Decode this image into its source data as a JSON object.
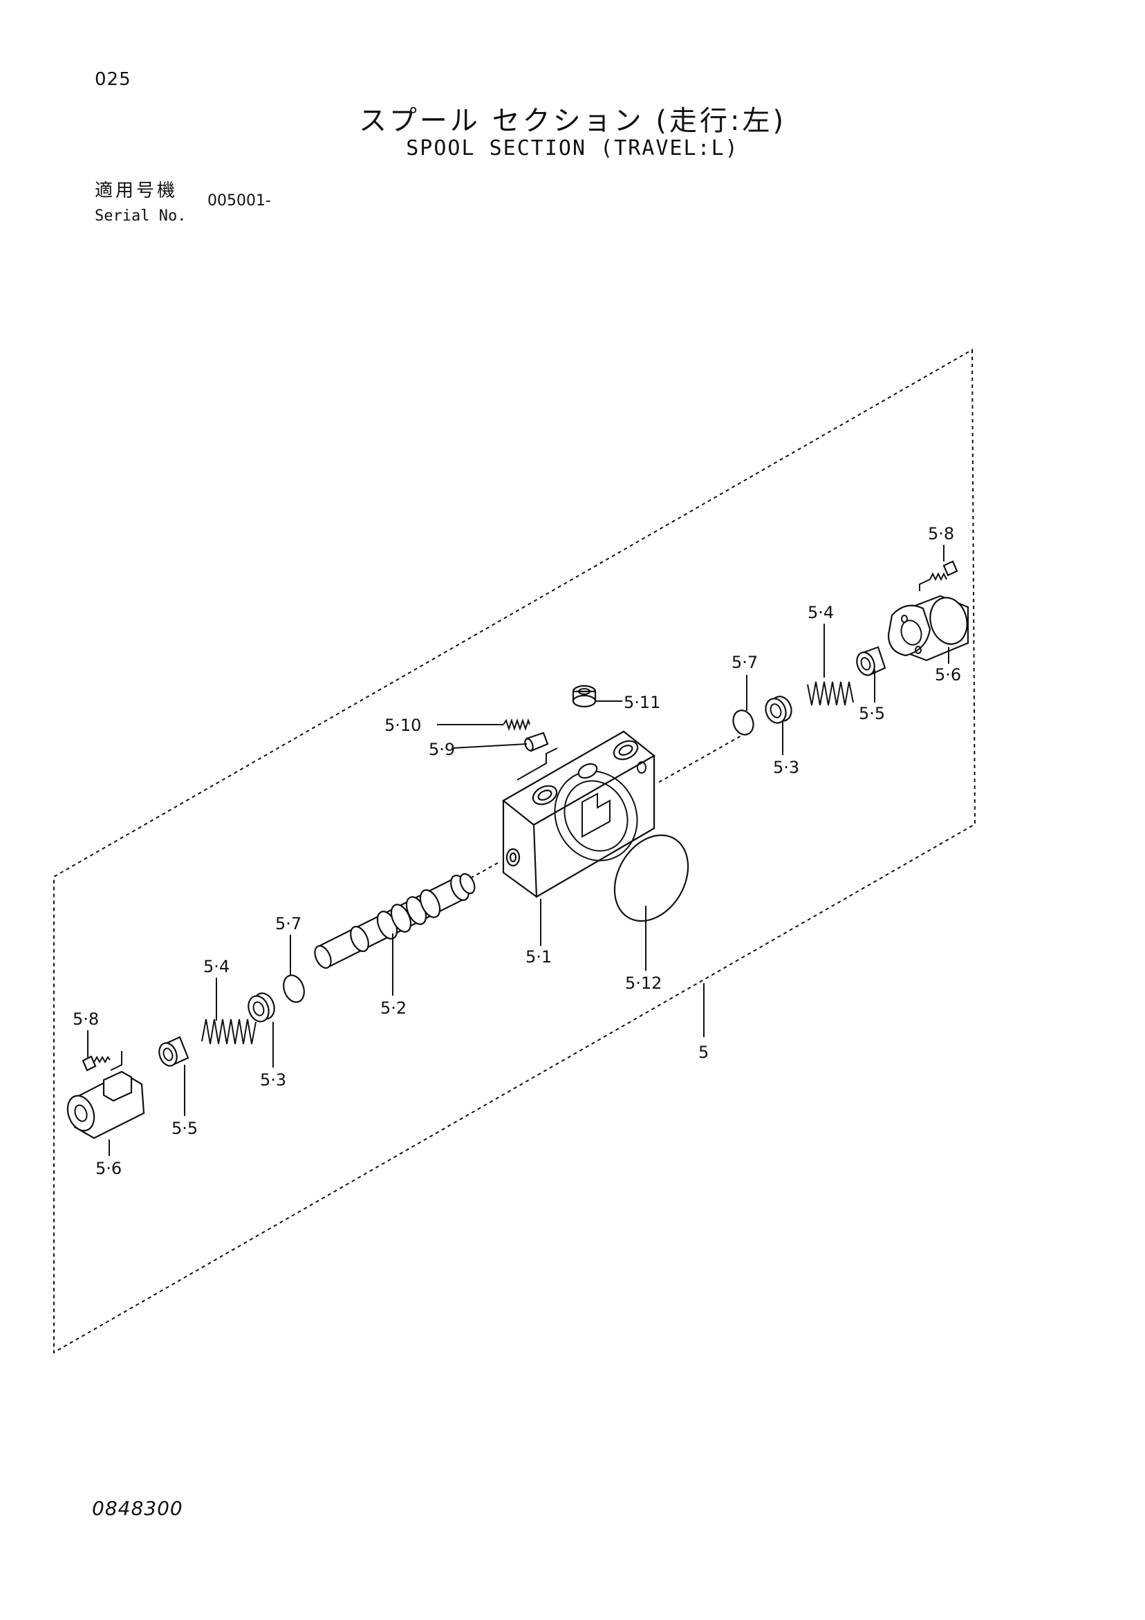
{
  "header": {
    "page_number": "025",
    "title_jp": "スプール セクション (走行:左)",
    "title_en": "SPOOL SECTION (TRAVEL:L)",
    "serial_label_jp": "適用号機",
    "serial_label_en": "Serial No.",
    "serial_value": "005001-"
  },
  "callouts": {
    "c_5_8_right": "5·8",
    "c_5_4_right": "5·4",
    "c_5_7_right": "5·7",
    "c_5_6_right": "5·6",
    "c_5_11": "5·11",
    "c_5_10": "5·10",
    "c_5_9": "5·9",
    "c_5_5_right": "5·5",
    "c_5_3_right": "5·3",
    "c_5_1": "5·1",
    "c_5_12": "5·12",
    "c_5_7_left": "5·7",
    "c_5_4_left": "5·4",
    "c_5_2": "5·2",
    "c_5_8_left": "5·8",
    "c_5_3_left": "5·3",
    "c_5_5_left": "5·5",
    "c_5_6_left": "5·6",
    "c_5": "5"
  },
  "footer": {
    "drawing_number": "0848300"
  }
}
